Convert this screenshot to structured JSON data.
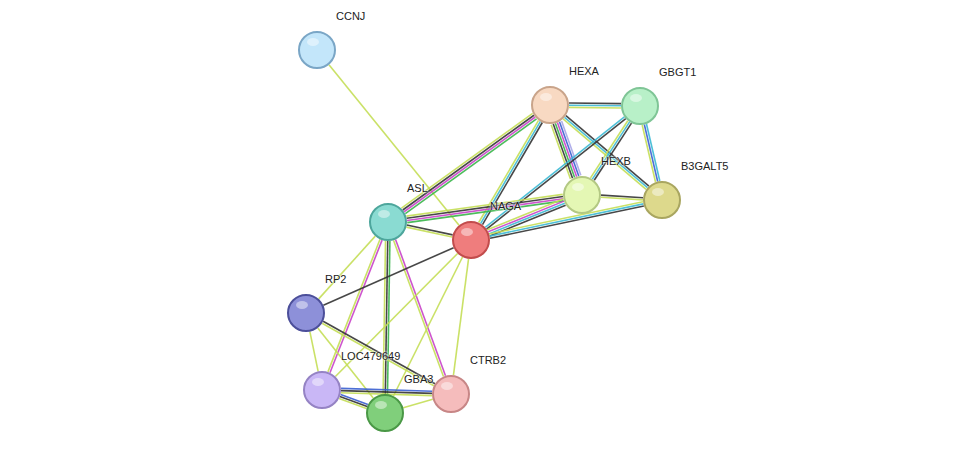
{
  "diagram": {
    "nodes": [
      {
        "text": [
          "CCNJ"
        ]
      },
      {
        "text": [
          "HEXA"
        ]
      },
      {
        "text": [
          "GBGT1"
        ]
      },
      {
        "text": [
          "HEXB"
        ]
      },
      {
        "text": [
          "B3GALT5"
        ]
      },
      {
        "text": [
          "ASL"
        ]
      },
      {
        "text": [
          "NAGA"
        ]
      },
      {
        "text": [
          "RP2"
        ]
      },
      {
        "text": [
          "LOC479649"
        ]
      },
      {
        "text": [
          "CTRB2"
        ]
      },
      {
        "text": [
          "GBA3"
        ]
      }
    ],
    "edges": [
      {
        "from": 0,
        "to": 6,
        "arrow": "none"
      },
      {
        "from": 1,
        "to": 2,
        "arrow": "none"
      },
      {
        "from": 1,
        "to": 3,
        "arrow": "none"
      },
      {
        "from": 1,
        "to": 4,
        "arrow": "none"
      },
      {
        "from": 1,
        "to": 5,
        "arrow": "none"
      },
      {
        "from": 1,
        "to": 6,
        "arrow": "none"
      },
      {
        "from": 2,
        "to": 3,
        "arrow": "none"
      },
      {
        "from": 2,
        "to": 4,
        "arrow": "none"
      },
      {
        "from": 2,
        "to": 6,
        "arrow": "none"
      },
      {
        "from": 3,
        "to": 4,
        "arrow": "none"
      },
      {
        "from": 3,
        "to": 5,
        "arrow": "none"
      },
      {
        "from": 3,
        "to": 6,
        "arrow": "none"
      },
      {
        "from": 4,
        "to": 6,
        "arrow": "none"
      },
      {
        "from": 5,
        "to": 6,
        "arrow": "none"
      },
      {
        "from": 5,
        "to": 7,
        "arrow": "none"
      },
      {
        "from": 5,
        "to": 8,
        "arrow": "none"
      },
      {
        "from": 5,
        "to": 10,
        "arrow": "none"
      },
      {
        "from": 5,
        "to": 9,
        "arrow": "none"
      },
      {
        "from": 6,
        "to": 7,
        "arrow": "none"
      },
      {
        "from": 6,
        "to": 8,
        "arrow": "none"
      },
      {
        "from": 6,
        "to": 10,
        "arrow": "none"
      },
      {
        "from": 6,
        "to": 9,
        "arrow": "none"
      },
      {
        "from": 7,
        "to": 8,
        "arrow": "none"
      },
      {
        "from": 7,
        "to": 10,
        "arrow": "none"
      },
      {
        "from": 7,
        "to": 9,
        "arrow": "none"
      },
      {
        "from": 8,
        "to": 10,
        "arrow": "none"
      },
      {
        "from": 8,
        "to": 9,
        "arrow": "none"
      },
      {
        "from": 10,
        "to": 9,
        "arrow": "none"
      }
    ]
  }
}
